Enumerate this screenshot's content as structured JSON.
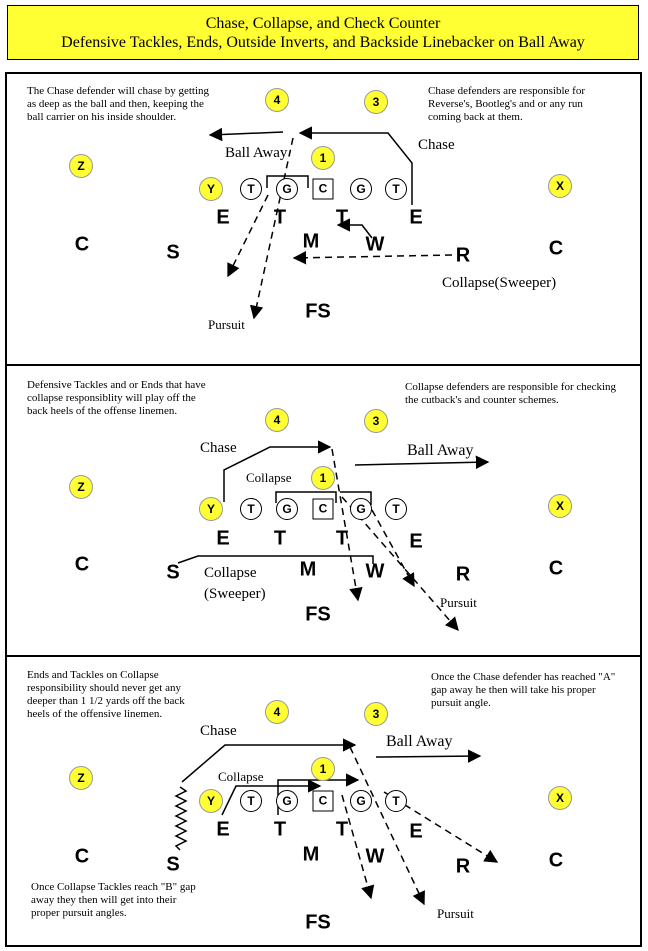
{
  "header": {
    "title_line1": "Chase, Collapse, and Check Counter",
    "title_line2": "Defensive Tackles, Ends, Outside Inverts, and Backside Linebacker on  Ball Away"
  },
  "colors": {
    "header_bg": "#ffff33",
    "yellow_circle": "#ffff33"
  },
  "panel1": {
    "note_left": "The Chase defender will chase by getting as deep as the ball and then, keeping the ball carrier on his inside shoulder.",
    "note_right": "Chase defenders are responsible for Reverse's, Bootleg's and or any run coming back at them.",
    "label_ball_away": "Ball Away",
    "label_chase": "Chase",
    "label_collapse_sweeper": "Collapse(Sweeper)",
    "label_pursuit": "Pursuit",
    "defense": {
      "z": "Z",
      "y": "Y",
      "x": "X",
      "n4": "4",
      "n3": "3",
      "n1": "1",
      "e_left": "E",
      "t_left": "T",
      "t_right": "T",
      "e_right": "E",
      "c_left": "C",
      "s": "S",
      "m": "M",
      "w": "W",
      "r": "R",
      "c_right": "C",
      "fs": "FS"
    },
    "offense": {
      "t1": "T",
      "g1": "G",
      "c": "C",
      "g2": "G",
      "t2": "T"
    }
  },
  "panel2": {
    "note_left": "Defensive Tackles and or Ends that have collapse responsiblity will play off the back heels of the offense linemen.",
    "note_right": "Collapse defenders are responsible for checking the cutback's and counter schemes.",
    "label_chase": "Chase",
    "label_ball_away": "Ball Away",
    "label_collapse": "Collapse",
    "label_collapse_sweeper_1": "Collapse",
    "label_collapse_sweeper_2": "(Sweeper)",
    "label_pursuit": "Pursuit",
    "defense": {
      "z": "Z",
      "y": "Y",
      "x": "X",
      "n4": "4",
      "n3": "3",
      "n1": "1",
      "e_left": "E",
      "t_left": "T",
      "t_right": "T",
      "e_right": "E",
      "c_left": "C",
      "s": "S",
      "m": "M",
      "w": "W",
      "r": "R",
      "c_right": "C",
      "fs": "FS"
    },
    "offense": {
      "t1": "T",
      "g1": "G",
      "c": "C",
      "g2": "G",
      "t2": "T"
    }
  },
  "panel3": {
    "note_left": "Ends and Tackles on Collapse responsibility should never get any deeper than 1 1/2 yards off the back heels of the offensive linemen.",
    "note_right": "Once the Chase defender has reached \"A\" gap away he then will take his proper pursuit angle.",
    "note_bottom": "Once Collapse Tackles reach \"B\" gap away they then will get into their proper pursuit angles.",
    "label_chase": "Chase",
    "label_ball_away": "Ball Away",
    "label_collapse": "Collapse",
    "label_pursuit": "Pursuit",
    "defense": {
      "z": "Z",
      "y": "Y",
      "x": "X",
      "n4": "4",
      "n3": "3",
      "n1": "1",
      "e_left": "E",
      "t_left": "T",
      "t_right": "T",
      "e_right": "E",
      "c_left": "C",
      "s": "S",
      "m": "M",
      "w": "W",
      "r": "R",
      "c_right": "C",
      "fs": "FS"
    },
    "offense": {
      "t1": "T",
      "g1": "G",
      "c": "C",
      "g2": "G",
      "t2": "T"
    }
  }
}
